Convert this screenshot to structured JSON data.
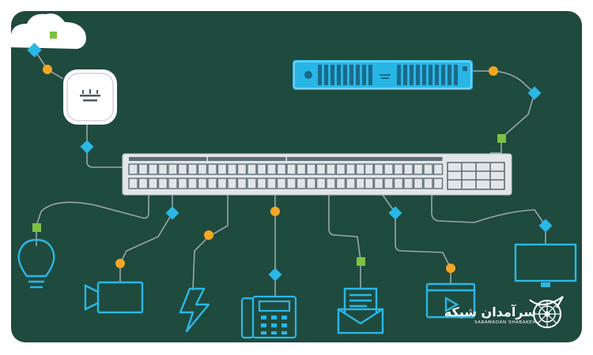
{
  "brand": {
    "title": "سرآمدان شبکه",
    "subtitle": "SARAMADAN SHABAKEH"
  },
  "colors": {
    "background": "#1f4a3e",
    "line": "#9aa6ad",
    "cyan": "#2ab8e6",
    "green": "#7cc242",
    "orange": "#f5a623",
    "switch_body": "#e3e6e8"
  },
  "diagram": {
    "center": "network-switch",
    "devices": [
      "cloud",
      "wireless-access-point",
      "server",
      "light-bulb",
      "video-camera",
      "power",
      "ip-phone",
      "email",
      "media-player",
      "monitor"
    ]
  }
}
